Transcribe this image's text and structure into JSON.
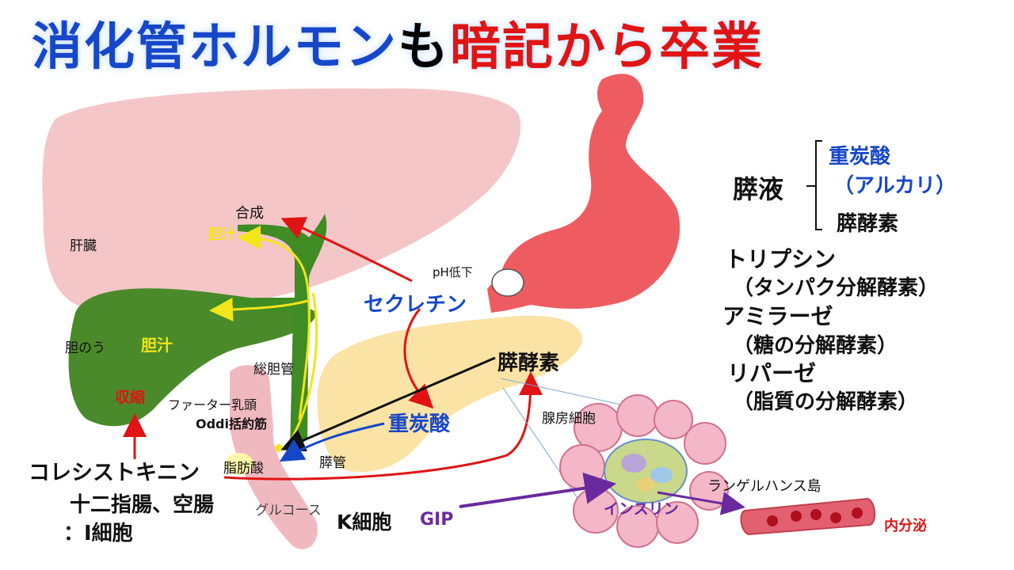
{
  "title": {
    "part1": "消化管ホルモン",
    "part2": "も",
    "part3": "暗記から卒業"
  },
  "organs": {
    "liver": "肝臓",
    "gallbladder": "胆のう",
    "common_bile_duct": "総胆管",
    "pancreatic_duct": "膵管",
    "sphincter_1": "ファーター乳頭",
    "sphincter_2": "Oddi括約筋",
    "acinar_cells": "腺房細胞",
    "islets": "ランゲルハンス島"
  },
  "labels": {
    "synthesis": "合成",
    "bile_top": "胆汁",
    "bile_gb": "胆汁",
    "contraction": "収縮",
    "fatty_acid": "脂肪酸",
    "ph_drop": "pH低下",
    "secretin": "セクレチン",
    "bicarbonate": "重炭酸",
    "pancreatic_enzymes": "膵酵素",
    "cck": "コレシストキニン",
    "cck_source_1": "十二指腸、空腸",
    "cck_source_2": "：I細胞",
    "glucose": "グルコース",
    "k_cell": "K細胞",
    "gip": "GIP",
    "insulin": "インスリン",
    "endocrine": "内分泌"
  },
  "pancreatic_juice": {
    "heading": "膵液",
    "bicarb": "重炭酸",
    "alkali": "（アルカリ）",
    "enzymes": "膵酵素"
  },
  "enzyme_list": [
    {
      "name": "トリプシン",
      "desc": "（タンパク分解酵素）"
    },
    {
      "name": "アミラーゼ",
      "desc": "（糖の分解酵素）"
    },
    {
      "name": "リパーゼ",
      "desc": "（脂質の分解酵素）"
    }
  ],
  "colors": {
    "blue": "#1747c9",
    "red": "#e01414",
    "yellow": "#f2e51a",
    "purple": "#6a2a9e",
    "liver": "#f4c6c8",
    "gallbladder": "#4a8a2a",
    "stomach": "#ee5c62",
    "pancreas": "#fbe3a6"
  }
}
